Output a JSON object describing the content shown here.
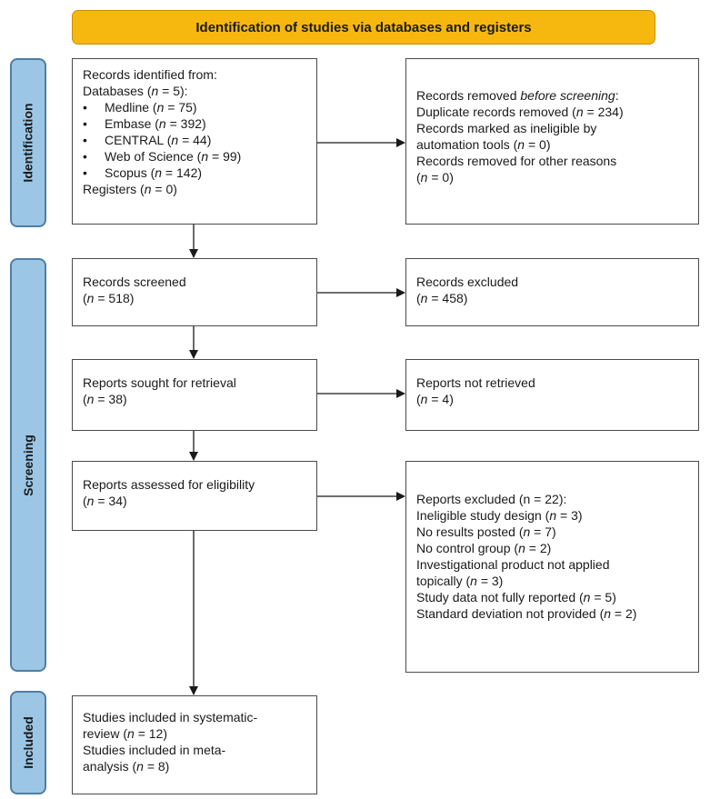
{
  "header": {
    "title": "Identification of studies via databases and registers"
  },
  "phases": {
    "identification": "Identification",
    "screening": "Screening",
    "included": "Included"
  },
  "identification": {
    "left": {
      "title": "Records identified from:",
      "databases_label": "Databases (",
      "databases_n": "n",
      "databases_value": " = 5):",
      "items": [
        {
          "name": "Medline (",
          "n": "n",
          "value": " = 75)"
        },
        {
          "name": "Embase (",
          "n": "n",
          "value": " = 392)"
        },
        {
          "name": "CENTRAL (",
          "n": "n",
          "value": " = 44)"
        },
        {
          "name": "Web of Science (",
          "n": "n",
          "value": " = 99)"
        },
        {
          "name": "Scopus (",
          "n": "n",
          "value": " = 142)"
        }
      ],
      "registers_label": "Registers (",
      "registers_n": "n",
      "registers_value": " = 0)"
    },
    "right": {
      "line1_pre": "Records removed ",
      "line1_em": "before screening",
      "line1_post": ":",
      "line2_pre": "Duplicate records removed  (",
      "line2_n": "n",
      "line2_post": " = 234)",
      "line3": "Records marked as ineligible by",
      "line4_pre": "automation tools (",
      "line4_n": "n",
      "line4_post": " = 0)",
      "line5": "Records removed for other reasons",
      "line6_pre": "(",
      "line6_n": "n",
      "line6_post": " = 0)"
    }
  },
  "screening": {
    "screened": {
      "title": "Records screened",
      "pre": "(",
      "n": "n",
      "post": " = 518)"
    },
    "excluded": {
      "title": "Records excluded",
      "pre": "(",
      "n": "n",
      "post": " = 458)"
    },
    "sought": {
      "title": "Reports sought for retrieval",
      "pre": "(",
      "n": "n",
      "post": " = 38)"
    },
    "not_retrieved": {
      "title": "Reports not retrieved",
      "pre": "(",
      "n": "n",
      "post": " = 4)"
    },
    "assessed": {
      "title": "Reports assessed for eligibility",
      "pre": "(",
      "n": "n",
      "post": " = 34)"
    },
    "reports_excluded": {
      "title": "Reports excluded (n = 22):",
      "items": [
        {
          "pre": "Ineligible study design (",
          "n": "n",
          "post": " = 3)"
        },
        {
          "pre": "No results posted (",
          "n": "n",
          "post": " = 7)"
        },
        {
          "pre": "No control group (",
          "n": "n",
          "post": " = 2)"
        },
        {
          "pre": "Investigational product not applied",
          "n": "",
          "post": ""
        },
        {
          "pre": "topically (",
          "n": "n",
          "post": " = 3)"
        },
        {
          "pre": "Study data not fully reported (",
          "n": "n",
          "post": " = 5)"
        },
        {
          "pre": "Standard deviation not provided (",
          "n": "n",
          "post": " = 2)"
        }
      ]
    }
  },
  "included": {
    "line1": "Studies included in systematic-",
    "line2_pre": "review (",
    "line2_n": "n",
    "line2_post": " = 12)",
    "line3": "Studies included in meta-",
    "line4_pre": "analysis (",
    "line4_n": "n",
    "line4_post": " = 8)"
  }
}
